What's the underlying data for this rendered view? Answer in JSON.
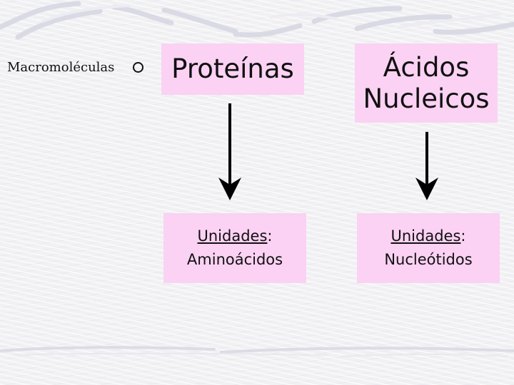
{
  "macromolecules_label": "Macromoléculas",
  "column_proteins": {
    "title": "Proteínas",
    "units_title": "Unidades",
    "units_colon": ":",
    "units_value": "Aminoácidos"
  },
  "column_nucleic": {
    "title_line1": "Ácidos",
    "title_line2": "Nucleicos",
    "units_title": "Unidades",
    "units_colon": ":",
    "units_value": "Nucleótidos"
  },
  "colors": {
    "box_fill": "#fbd2f3",
    "text": "#111111"
  }
}
